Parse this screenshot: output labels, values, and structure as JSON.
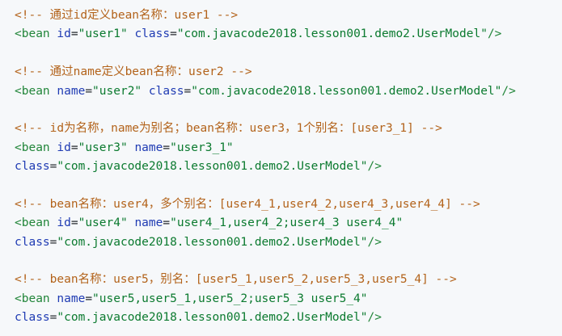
{
  "colors": {
    "background": "#f6f8fa",
    "comment": "#b3631b",
    "tag": "#22863a",
    "attribute": "#1f3bb3",
    "string": "#0b7a2f",
    "punctuation": "#24292e"
  },
  "code": {
    "lines": [
      {
        "tokens": [
          {
            "type": "comment",
            "text": "<!-- 通过id定义bean名称：user1 -->"
          }
        ]
      },
      {
        "tokens": [
          {
            "type": "tag",
            "text": "<bean"
          },
          {
            "type": "plain",
            "text": " "
          },
          {
            "type": "attr",
            "text": "id"
          },
          {
            "type": "plain",
            "text": "="
          },
          {
            "type": "str",
            "text": "\"user1\""
          },
          {
            "type": "plain",
            "text": " "
          },
          {
            "type": "attr",
            "text": "class"
          },
          {
            "type": "plain",
            "text": "="
          },
          {
            "type": "str",
            "text": "\"com.javacode2018.lesson001.demo2.UserModel\""
          },
          {
            "type": "tag",
            "text": "/>"
          }
        ]
      },
      {
        "tokens": []
      },
      {
        "tokens": [
          {
            "type": "comment",
            "text": "<!-- 通过name定义bean名称：user2 -->"
          }
        ]
      },
      {
        "tokens": [
          {
            "type": "tag",
            "text": "<bean"
          },
          {
            "type": "plain",
            "text": " "
          },
          {
            "type": "attr",
            "text": "name"
          },
          {
            "type": "plain",
            "text": "="
          },
          {
            "type": "str",
            "text": "\"user2\""
          },
          {
            "type": "plain",
            "text": " "
          },
          {
            "type": "attr",
            "text": "class"
          },
          {
            "type": "plain",
            "text": "="
          },
          {
            "type": "str",
            "text": "\"com.javacode2018.lesson001.demo2.UserModel\""
          },
          {
            "type": "tag",
            "text": "/>"
          }
        ]
      },
      {
        "tokens": []
      },
      {
        "tokens": [
          {
            "type": "comment",
            "text": "<!-- id为名称，name为别名；bean名称：user3，1个别名：[user3_1] -->"
          }
        ]
      },
      {
        "tokens": [
          {
            "type": "tag",
            "text": "<bean"
          },
          {
            "type": "plain",
            "text": " "
          },
          {
            "type": "attr",
            "text": "id"
          },
          {
            "type": "plain",
            "text": "="
          },
          {
            "type": "str",
            "text": "\"user3\""
          },
          {
            "type": "plain",
            "text": " "
          },
          {
            "type": "attr",
            "text": "name"
          },
          {
            "type": "plain",
            "text": "="
          },
          {
            "type": "str",
            "text": "\"user3_1\""
          }
        ]
      },
      {
        "tokens": [
          {
            "type": "attr",
            "text": "class"
          },
          {
            "type": "plain",
            "text": "="
          },
          {
            "type": "str",
            "text": "\"com.javacode2018.lesson001.demo2.UserModel\""
          },
          {
            "type": "tag",
            "text": "/>"
          }
        ]
      },
      {
        "tokens": []
      },
      {
        "tokens": [
          {
            "type": "comment",
            "text": "<!-- bean名称：user4，多个别名：[user4_1,user4_2,user4_3,user4_4] -->"
          }
        ]
      },
      {
        "tokens": [
          {
            "type": "tag",
            "text": "<bean"
          },
          {
            "type": "plain",
            "text": " "
          },
          {
            "type": "attr",
            "text": "id"
          },
          {
            "type": "plain",
            "text": "="
          },
          {
            "type": "str",
            "text": "\"user4\""
          },
          {
            "type": "plain",
            "text": " "
          },
          {
            "type": "attr",
            "text": "name"
          },
          {
            "type": "plain",
            "text": "="
          },
          {
            "type": "str",
            "text": "\"user4_1,user4_2;user4_3 user4_4\""
          }
        ]
      },
      {
        "tokens": [
          {
            "type": "attr",
            "text": "class"
          },
          {
            "type": "plain",
            "text": "="
          },
          {
            "type": "str",
            "text": "\"com.javacode2018.lesson001.demo2.UserModel\""
          },
          {
            "type": "tag",
            "text": "/>"
          }
        ]
      },
      {
        "tokens": []
      },
      {
        "tokens": [
          {
            "type": "comment",
            "text": "<!-- bean名称：user5，别名：[user5_1,user5_2,user5_3,user5_4] -->"
          }
        ]
      },
      {
        "tokens": [
          {
            "type": "tag",
            "text": "<bean"
          },
          {
            "type": "plain",
            "text": " "
          },
          {
            "type": "attr",
            "text": "name"
          },
          {
            "type": "plain",
            "text": "="
          },
          {
            "type": "str",
            "text": "\"user5,user5_1,user5_2;user5_3 user5_4\""
          }
        ]
      },
      {
        "tokens": [
          {
            "type": "attr",
            "text": "class"
          },
          {
            "type": "plain",
            "text": "="
          },
          {
            "type": "str",
            "text": "\"com.javacode2018.lesson001.demo2.UserModel\""
          },
          {
            "type": "tag",
            "text": "/>"
          }
        ]
      }
    ]
  }
}
